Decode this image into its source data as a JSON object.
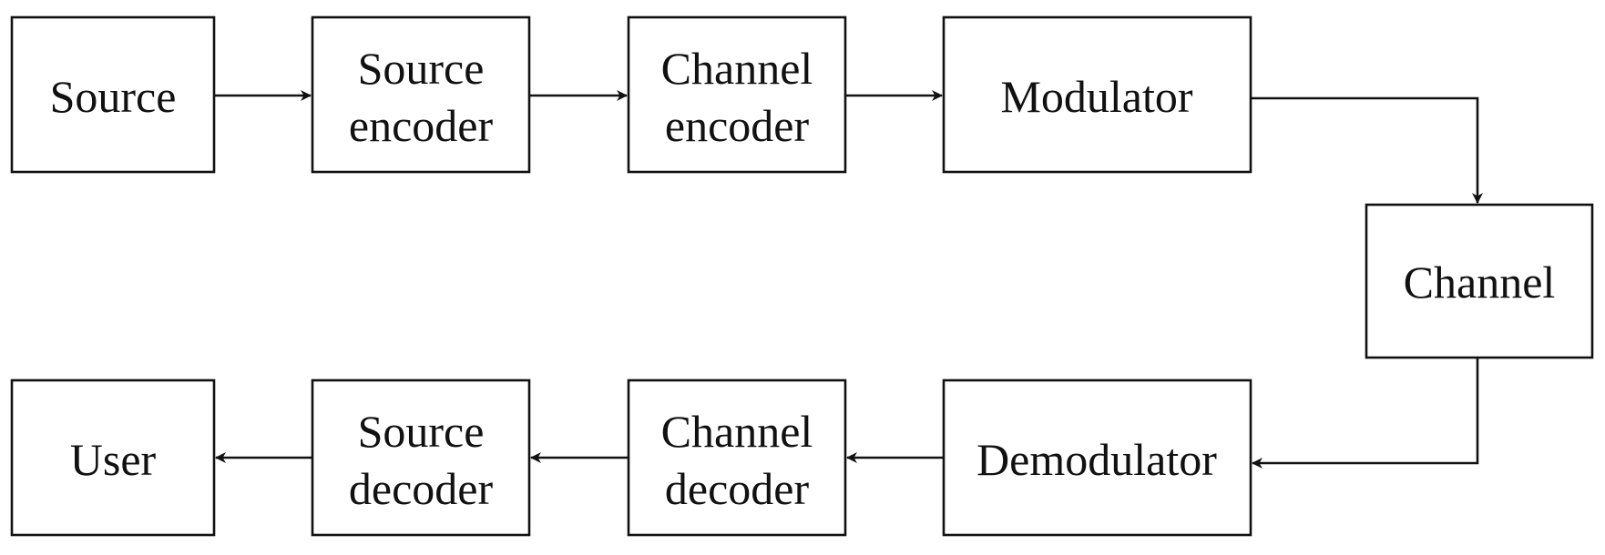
{
  "blocks": {
    "source": {
      "lines": [
        "Source"
      ]
    },
    "source_encoder": {
      "lines": [
        "Source",
        "encoder"
      ]
    },
    "channel_encoder": {
      "lines": [
        "Channel",
        "encoder"
      ]
    },
    "modulator": {
      "lines": [
        "Modulator"
      ]
    },
    "channel": {
      "lines": [
        "Channel"
      ]
    },
    "demodulator": {
      "lines": [
        "Demodulator"
      ]
    },
    "channel_decoder": {
      "lines": [
        "Channel",
        "decoder"
      ]
    },
    "source_decoder": {
      "lines": [
        "Source",
        "decoder"
      ]
    },
    "user": {
      "lines": [
        "User"
      ]
    }
  },
  "connections": [
    {
      "from": "source",
      "to": "source_encoder"
    },
    {
      "from": "source_encoder",
      "to": "channel_encoder"
    },
    {
      "from": "channel_encoder",
      "to": "modulator"
    },
    {
      "from": "modulator",
      "to": "channel"
    },
    {
      "from": "channel",
      "to": "demodulator"
    },
    {
      "from": "demodulator",
      "to": "channel_decoder"
    },
    {
      "from": "channel_decoder",
      "to": "source_decoder"
    },
    {
      "from": "source_decoder",
      "to": "user"
    }
  ]
}
